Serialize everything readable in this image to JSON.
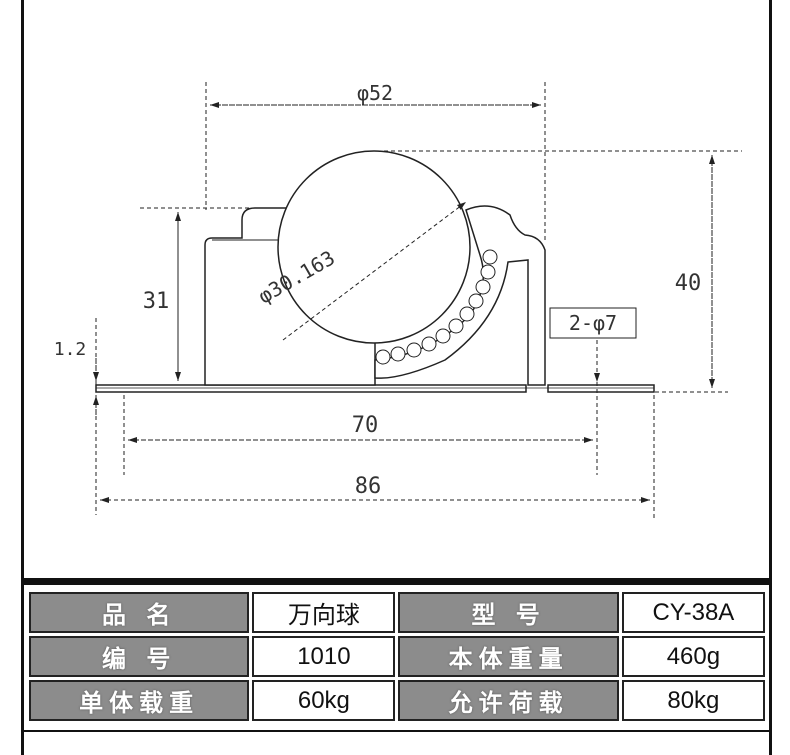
{
  "diagram": {
    "dims": {
      "top_diameter": "φ52",
      "ball_diameter": "φ30.163",
      "height_total": "40",
      "height_body": "31",
      "flange_thickness": "1.2",
      "hole_spec": "2-φ7",
      "hole_spacing": "70",
      "base_length": "86"
    }
  },
  "specs": {
    "rows": [
      {
        "label1": "品 名",
        "value1": "万向球",
        "label2": "型 号",
        "value2": "CY-38A"
      },
      {
        "label1": "编 号",
        "value1": "1010",
        "label2": "本体重量",
        "value2": "460g"
      },
      {
        "label1": "单体载重",
        "value1": "60kg",
        "label2": "允许荷载",
        "value2": "80kg"
      }
    ]
  }
}
